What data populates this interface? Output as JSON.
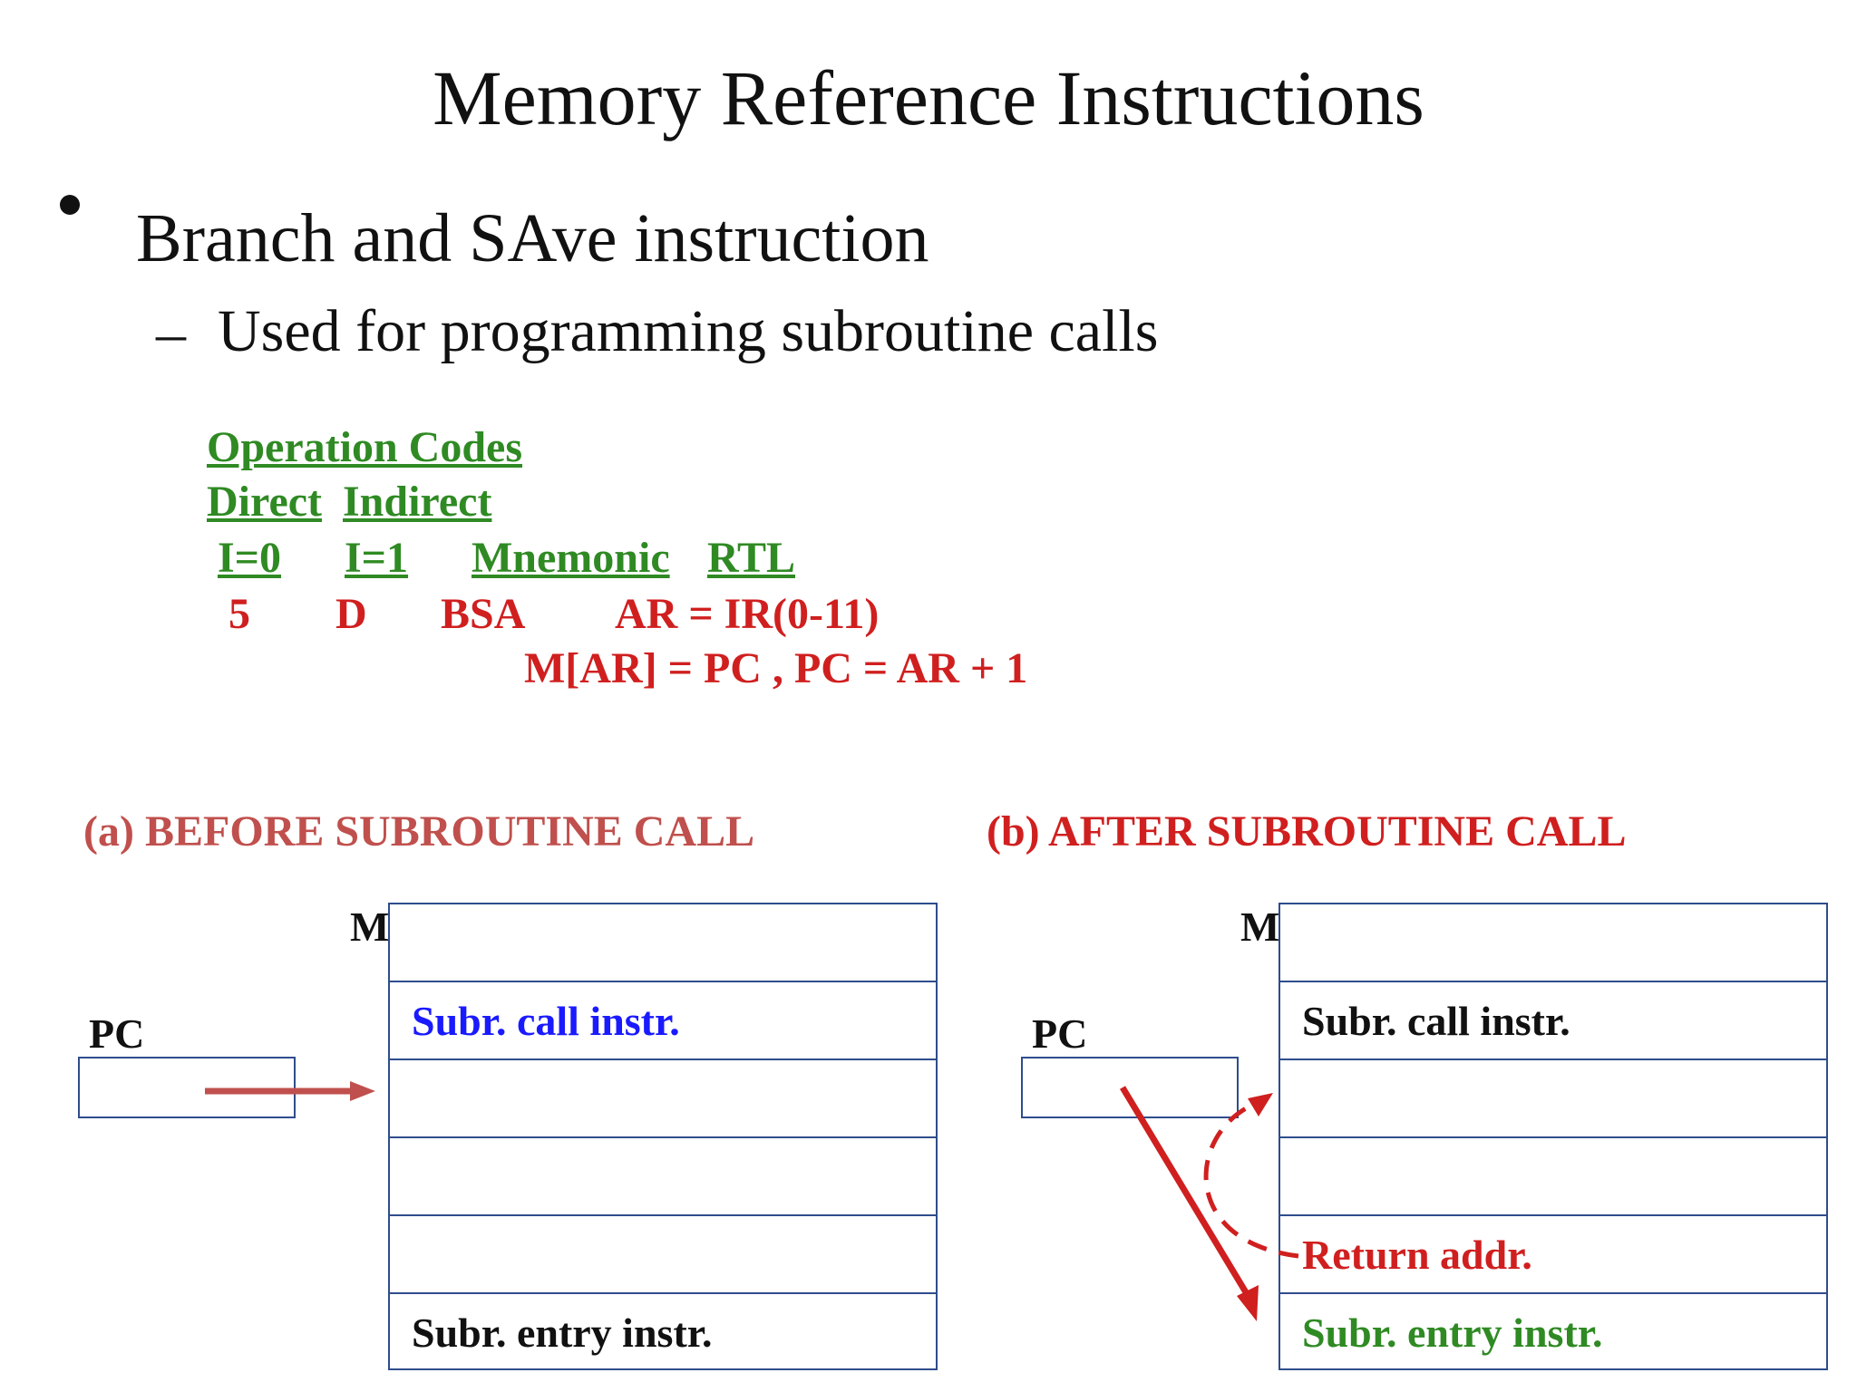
{
  "title": "Memory Reference Instructions",
  "bullet": {
    "text": "Branch and SAve instruction",
    "sub_text": "Used for programming subroutine calls"
  },
  "opcode_table": {
    "heading": "Operation Codes",
    "direct": "Direct",
    "indirect": "Indirect",
    "columns": [
      "I=0",
      "I=1",
      "Mnemonic",
      "RTL"
    ],
    "row": {
      "i0": "5",
      "i1": "D",
      "mnemonic": "BSA",
      "rtl_1": "AR = IR(0-11)"
    },
    "rtl_2": "M[AR] = PC , PC = AR + 1"
  },
  "diagram_a": {
    "caption": "(a) BEFORE SUBROUTINE CALL",
    "memory_label": "M",
    "pc_label": "PC",
    "cells": [
      "",
      "Subr. call instr.",
      "",
      "",
      "",
      "Subr. entry instr."
    ]
  },
  "diagram_b": {
    "caption": "(b) AFTER SUBROUTINE CALL",
    "memory_label": "M",
    "pc_label": "PC",
    "cells": [
      "",
      "Subr. call instr.",
      "",
      "",
      "Return addr.",
      "Subr. entry instr."
    ]
  },
  "colors": {
    "green": "#2f8a23",
    "red": "#d01f1f",
    "muted_red": "#c0504d",
    "blue": "#1a1aff",
    "box_border": "#2f4d8c"
  }
}
